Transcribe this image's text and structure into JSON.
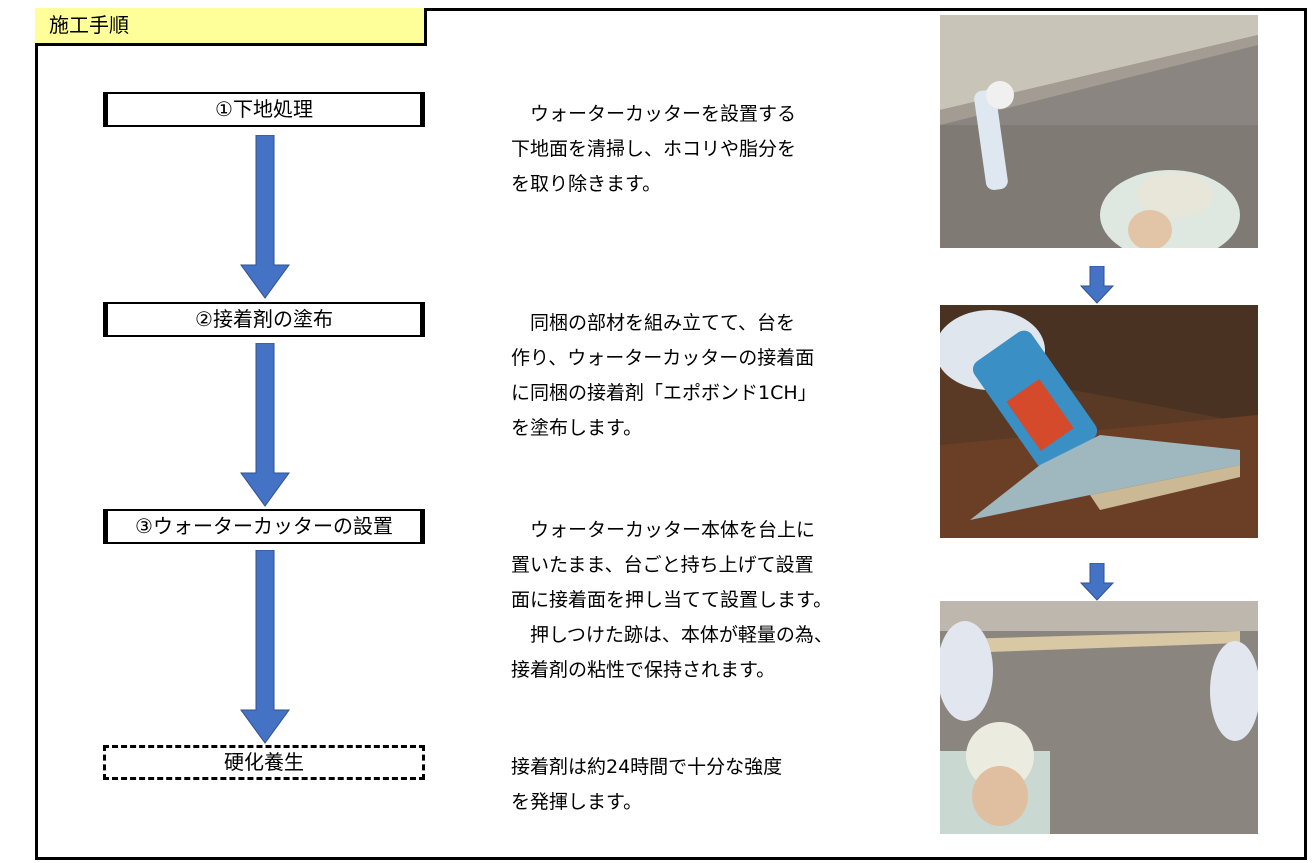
{
  "header": {
    "title": "施工手順"
  },
  "steps": [
    {
      "label": "①下地処理"
    },
    {
      "label": "②接着剤の塗布"
    },
    {
      "label": "③ウォーターカッターの設置"
    },
    {
      "label": "硬化養生"
    }
  ],
  "descriptions": [
    {
      "text": "　ウォーターカッターを設置する\n下地面を清掃し、ホコリや脂分を\nを取り除きます。"
    },
    {
      "text": "　同梱の部材を組み立てて、台を\n作り、ウォーターカッターの接着面\nに同梱の接着剤「エポボンド1CH」\nを塗布します。"
    },
    {
      "text": "　ウォーターカッター本体を台上に\n置いたまま、台ごと持ち上げて設置\n面に接着面を押し当てて設置します。\n　押しつけた跡は、本体が軽量の為、\n接着剤の粘性で保持されます。"
    },
    {
      "text": "接着剤は約24時間で十分な強度\nを発揮します。"
    }
  ],
  "colors": {
    "title_bg": "#ffff99",
    "arrow": "#4472c4",
    "arrow_stroke": "#2f528f"
  }
}
